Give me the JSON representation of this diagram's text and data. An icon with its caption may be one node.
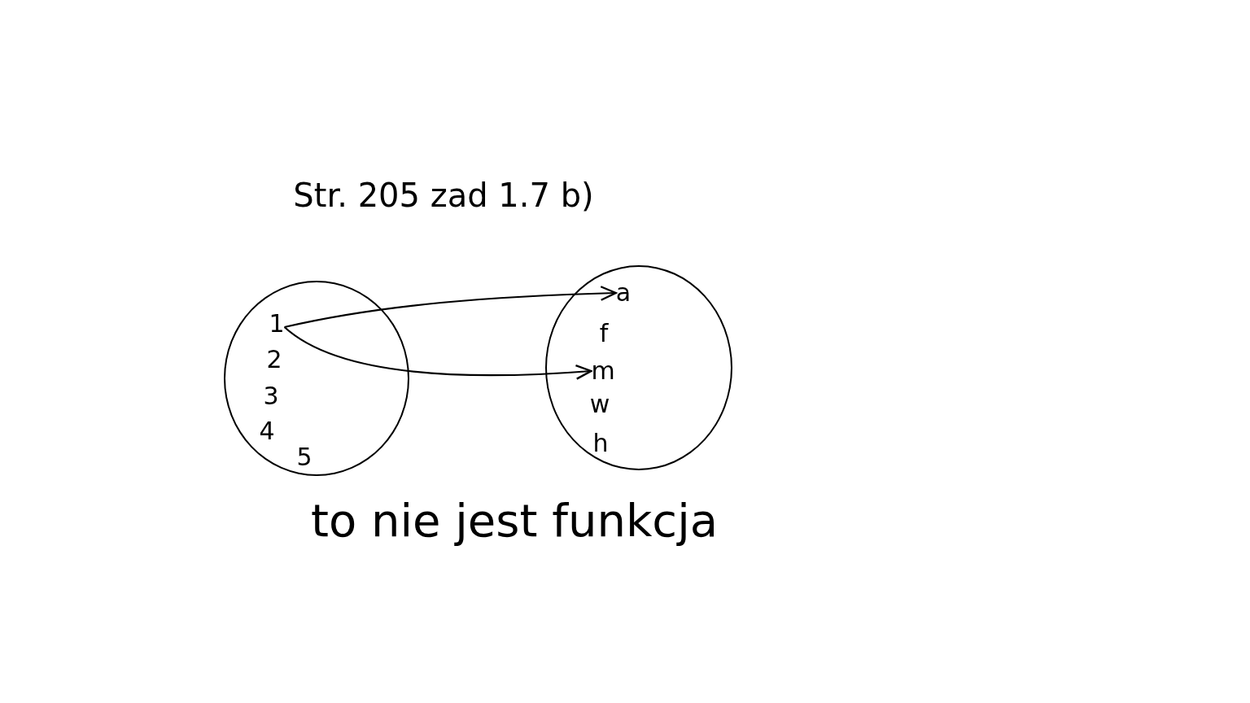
{
  "diagram": {
    "title": "Str. 205 zad 1.7 b)",
    "caption": "to nie jest funkcja",
    "nodes": [
      {
        "text": [],
        "shape": "circle"
      },
      {
        "text": [
          "1"
        ],
        "in": 0
      },
      {
        "text": [
          "2"
        ],
        "in": 0
      },
      {
        "text": [
          "3"
        ],
        "in": 0
      },
      {
        "text": [
          "4"
        ],
        "in": 0
      },
      {
        "text": [
          "5"
        ],
        "in": 0
      },
      {
        "text": [],
        "shape": "circle"
      },
      {
        "text": [
          "a"
        ],
        "in": 6
      },
      {
        "text": [
          "f"
        ],
        "in": 6
      },
      {
        "text": [
          "m"
        ],
        "in": 6
      },
      {
        "text": [
          "w"
        ],
        "in": 6
      },
      {
        "text": [
          "h"
        ],
        "in": 6
      }
    ],
    "edges": [
      {
        "from": 1,
        "to": 7,
        "arrow": "to"
      },
      {
        "from": 1,
        "to": 9,
        "arrow": "to"
      }
    ]
  }
}
